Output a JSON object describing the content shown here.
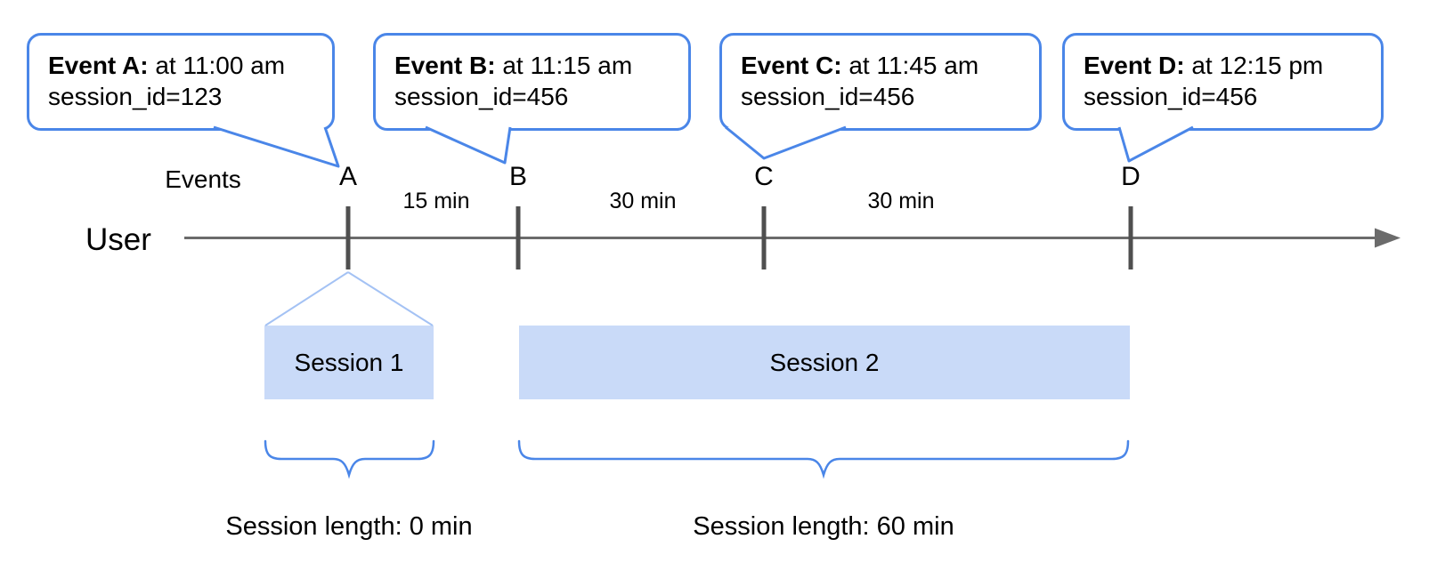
{
  "diagram": {
    "axis": {
      "events_label": "Events",
      "user_label": "User"
    },
    "bubbles": [
      {
        "marker": "A",
        "title": "Event A:",
        "time": "at 11:00 am",
        "session_id": "session_id=123"
      },
      {
        "marker": "B",
        "title": "Event B:",
        "time": "at 11:15 am",
        "session_id": "session_id=456"
      },
      {
        "marker": "C",
        "title": "Event C:",
        "time": "at 11:45 am",
        "session_id": "session_id=456"
      },
      {
        "marker": "D",
        "title": "Event D:",
        "time": "at 12:15 pm",
        "session_id": "session_id=456"
      }
    ],
    "markers": [
      {
        "label": "A"
      },
      {
        "label": "B"
      },
      {
        "label": "C"
      },
      {
        "label": "D"
      }
    ],
    "intervals": [
      {
        "label": "15 min"
      },
      {
        "label": "30 min"
      },
      {
        "label": "30 min"
      }
    ],
    "sessions": [
      {
        "label": "Session 1",
        "length": "Session length: 0 min"
      },
      {
        "label": "Session 2",
        "length": "Session length: 60 min"
      }
    ],
    "colors": {
      "bubble_border": "#4a86e8",
      "session_fill": "#c9daf8",
      "funnel_stroke": "#a4c2f4",
      "brace": "#4a86e8",
      "axis": "#6b6b6b",
      "tick": "#4f4f4f"
    }
  }
}
